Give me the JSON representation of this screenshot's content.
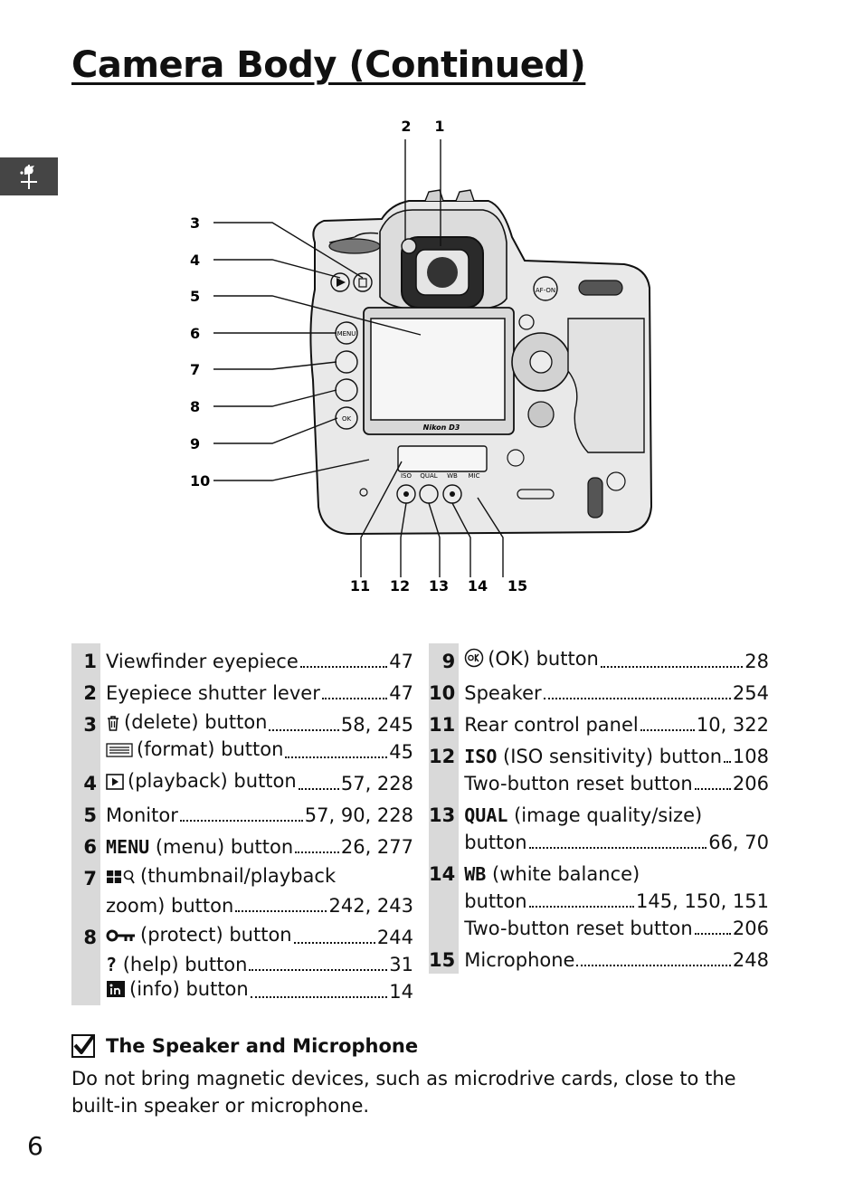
{
  "page": {
    "title": "Camera Body (Continued)",
    "page_number": "6"
  },
  "diagram": {
    "callout_numbers": [
      "1",
      "2",
      "3",
      "4",
      "5",
      "6",
      "7",
      "8",
      "9",
      "10",
      "11",
      "12",
      "13",
      "14",
      "15"
    ],
    "brand": "Nikon D3",
    "button_labels": {
      "af_on": "AF-ON",
      "menu": "MENU",
      "ok": "OK",
      "iso": "ISO",
      "qual": "QUAL",
      "wb": "WB",
      "mic": "MIC"
    }
  },
  "legend": {
    "left": [
      {
        "num": "1",
        "lines": [
          {
            "label": "Viewfinder eyepiece",
            "page": "47"
          }
        ]
      },
      {
        "num": "2",
        "lines": [
          {
            "label": "Eyepiece shutter lever",
            "page": "47"
          }
        ]
      },
      {
        "num": "3",
        "lines": [
          {
            "icon": "trash-icon",
            "label": "(delete) button",
            "page": "58, 245"
          },
          {
            "icon": "format-icon",
            "label": "(format) button",
            "page": "45"
          }
        ]
      },
      {
        "num": "4",
        "lines": [
          {
            "icon": "playback-icon",
            "label": "(playback) button",
            "page": "57, 228"
          }
        ]
      },
      {
        "num": "5",
        "lines": [
          {
            "label": "Monitor",
            "page": "57, 90, 228"
          }
        ]
      },
      {
        "num": "6",
        "lines": [
          {
            "keyword": "MENU",
            "label": "(menu) button",
            "page": "26, 277"
          }
        ]
      },
      {
        "num": "7",
        "lines": [
          {
            "icon": "thumbnail-zoom-icon",
            "label": "(thumbnail/playback",
            "page": ""
          },
          {
            "label": "zoom) button",
            "page": "242, 243"
          }
        ]
      },
      {
        "num": "8",
        "lines": [
          {
            "icon": "key-icon",
            "label": "(protect) button",
            "page": "244"
          },
          {
            "keyword": "?",
            "label": "(help) button",
            "page": "31"
          },
          {
            "icon": "info-icon",
            "label": "(info) button",
            "page": "14"
          }
        ]
      }
    ],
    "right": [
      {
        "num": "9",
        "lines": [
          {
            "icon": "ok-icon",
            "label": "(OK) button",
            "page": "28"
          }
        ]
      },
      {
        "num": "10",
        "lines": [
          {
            "label": "Speaker",
            "page": "254"
          }
        ]
      },
      {
        "num": "11",
        "lines": [
          {
            "label": "Rear control panel",
            "page": "10, 322"
          }
        ]
      },
      {
        "num": "12",
        "lines": [
          {
            "keyword": "ISO",
            "label": "(ISO sensitivity) button",
            "page": "108"
          },
          {
            "label": "Two-button reset button",
            "page": "206"
          }
        ]
      },
      {
        "num": "13",
        "lines": [
          {
            "keyword": "QUAL",
            "label": "(image quality/size)",
            "page": ""
          },
          {
            "label": "button",
            "page": "66, 70"
          }
        ]
      },
      {
        "num": "14",
        "lines": [
          {
            "keyword": "WB",
            "label": "(white balance)",
            "page": ""
          },
          {
            "label": "button",
            "page": "145, 150, 151"
          },
          {
            "label": "Two-button reset button",
            "page": "206"
          }
        ]
      },
      {
        "num": "15",
        "lines": [
          {
            "label": "Microphone",
            "page": "248"
          }
        ]
      }
    ]
  },
  "note": {
    "title": "The Speaker and Microphone",
    "text": "Do not bring magnetic devices, such as microdrive cards, close to the built-in speaker or microphone."
  }
}
